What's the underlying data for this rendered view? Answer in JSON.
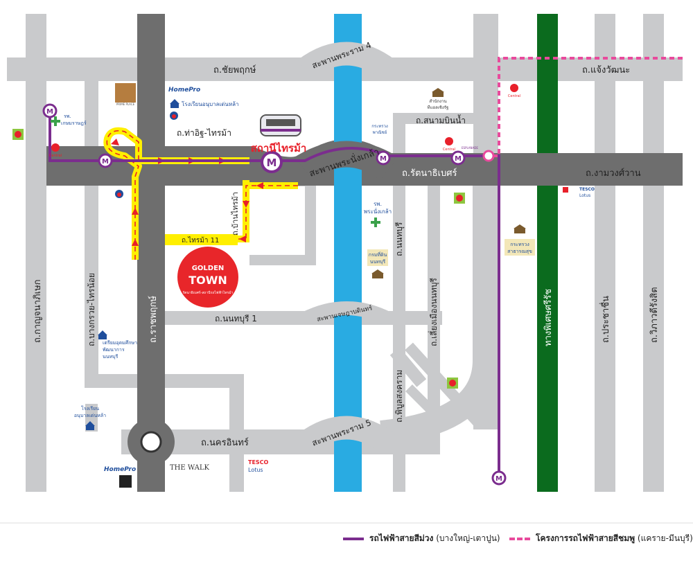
{
  "colors": {
    "road": "#c9cacc",
    "main_road": "#6e6e6e",
    "river": "#29abe2",
    "expressway": "#0b6b1e",
    "purple_line": "#7b2d8e",
    "pink_line": "#e84a9c",
    "route": "#ffef00",
    "route_arrow": "#e8202a",
    "golden_town": "#e8262a"
  },
  "roads": {
    "chaiyaphruek": "ถ.ชัยพฤกษ์",
    "chaengwattana": "ถ.แจ้งวัฒนะ",
    "tha_it_saima": "ถ.ท่าอิฐ-ไทรม้า",
    "sanambinnam": "ถ.สนามบินน้ำ",
    "rattanathibet": "ถ.รัตนาธิเบศร์",
    "ngamwongwan": "ถ.งามวงศ์วาน",
    "ban_saima": "ถ.บ้านไทรม้า",
    "saima_11": "ถ.ไทรม้า 11",
    "nonthaburi_1": "ถ.นนทบุรี 1",
    "nakhon_in": "ถ.นครอินทร์",
    "kanchanaphisek": "ถ.กาญจนาภิเษก",
    "bang_kruai_sai_noi": "ถ.บางกรวย-ไทรน้อย",
    "ratchaphruek": "ถ.ราชพฤกษ์",
    "nonthaburi": "ถ.นนทบุรี",
    "liang_mueang_nonthaburi": "ถ.เลี่ยงเมืองนนทบุรี",
    "phibunsongkhram": "ถ.พิบูลสงคราม",
    "expressway": "ทางพิเศษศรีรัช",
    "prachachuen": "ถ.ประชาชื่น",
    "vibhavadi": "ถ.วิภาวดีรังสิต"
  },
  "bridges": {
    "rama4": "สะพานพระราม 4",
    "phra_nang_klao": "สะพานพระนั่งเกล้า",
    "chetsadabodin": "สะพานเจษฎาบดินทร์",
    "rama5": "สะพานพระราม 5"
  },
  "places": {
    "station": "สถานีไทรม้า",
    "homepro": "HomePro",
    "anubarn_school": "โรงเรียนอนุบาลเด่นหล้า",
    "prime_place": "PRIME PLACE",
    "kasemrad_1": "รพ.",
    "kasemrad_2": "เกษมราษฎร์",
    "central": "Central",
    "central_esplanade": "ESPLANADE",
    "office_1": "สำนักงาน",
    "office_2": "ทีแอลเชิงรัฐ",
    "ministry_commerce_1": "กระทรวง",
    "ministry_commerce_2": "พาณิชย์",
    "hospital_1": "รพ.",
    "hospital_2": "พระนั่งเกล้า",
    "land_dept_1": "กรมที่ดิน",
    "land_dept_2": "นนทบุรี",
    "ministry_health_1": "กระทรวง",
    "ministry_health_2": "สาธารณสุข",
    "tesco": "TESCO",
    "lotus": "Lotus",
    "prep_school_1": "เตรียมอุดมศึกษา",
    "prep_school_2": "พัฒนาการ",
    "prep_school_3": "นนทบุรี",
    "anubarn_2_1": "โรงเรียน",
    "anubarn_2_2": "อนุบาลเด่นหล้า",
    "the_walk": "THE WALK",
    "golden": "GOLDEN",
    "town": "TOWN",
    "golden_sub": "รัตนาธิเบศร์-สถานีรถไฟฟ้าไทรม้า",
    "metro_letter": "M"
  },
  "legend": {
    "purple_main": "รถไฟฟ้าสายสีม่วง",
    "purple_sub": "(บางใหญ่-เตาปูน)",
    "pink_main": "โครงการรถไฟฟ้าสายสีชมพู",
    "pink_sub": "(แคราย-มีนบุรี)"
  }
}
